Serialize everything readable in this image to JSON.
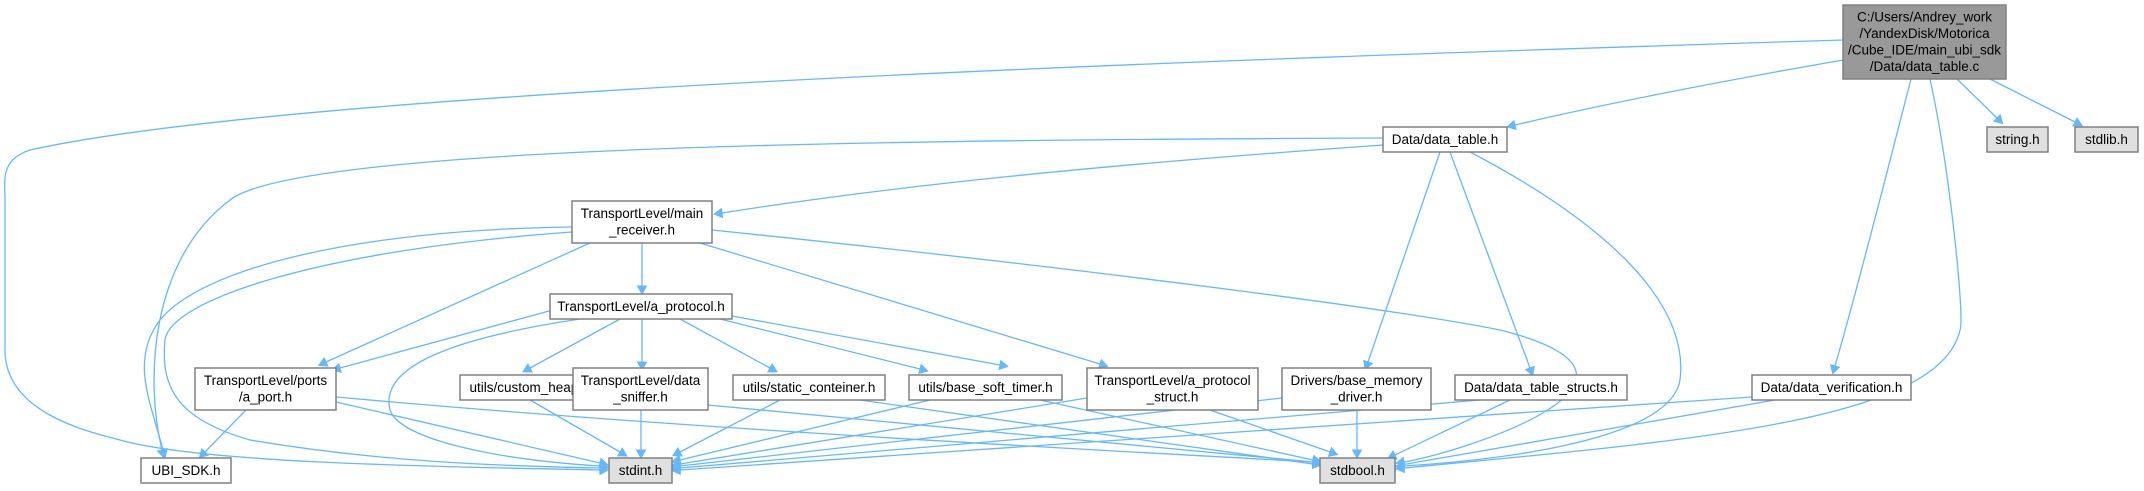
{
  "graph": {
    "title": "Include dependency graph for data_table.c",
    "colors": {
      "edge": "#63b8ff",
      "root_fill": "#999999",
      "node_fill": "#ffffff",
      "system_fill": "#e0e0e0",
      "node_border": "#808080"
    },
    "nodes": [
      {
        "id": "root",
        "lines": [
          "C:/Users/Andrey_work",
          "/YandexDisk/Motorica",
          "/Cube_IDE/main_ubi_sdk",
          "/Data/data_table.c"
        ],
        "kind": "root"
      },
      {
        "id": "string_h",
        "lines": [
          "string.h"
        ],
        "kind": "system"
      },
      {
        "id": "stdlib_h",
        "lines": [
          "stdlib.h"
        ],
        "kind": "system"
      },
      {
        "id": "data_table_h",
        "lines": [
          "Data/data_table.h"
        ],
        "kind": "header"
      },
      {
        "id": "main_receiver_h",
        "lines": [
          "TransportLevel/main",
          "_receiver.h"
        ],
        "kind": "header"
      },
      {
        "id": "a_protocol_h",
        "lines": [
          "TransportLevel/a_protocol.h"
        ],
        "kind": "header"
      },
      {
        "id": "a_port_h",
        "lines": [
          "TransportLevel/ports",
          "/a_port.h"
        ],
        "kind": "header"
      },
      {
        "id": "custom_heap_h",
        "lines": [
          "utils/custom_heap.h"
        ],
        "kind": "header"
      },
      {
        "id": "data_sniffer_h",
        "lines": [
          "TransportLevel/data",
          "_sniffer.h"
        ],
        "kind": "header"
      },
      {
        "id": "static_conteiner_h",
        "lines": [
          "utils/static_conteiner.h"
        ],
        "kind": "header"
      },
      {
        "id": "base_soft_timer_h",
        "lines": [
          "utils/base_soft_timer.h"
        ],
        "kind": "header"
      },
      {
        "id": "a_protocol_struct_h",
        "lines": [
          "TransportLevel/a_protocol",
          "_struct.h"
        ],
        "kind": "header"
      },
      {
        "id": "base_memory_driver_h",
        "lines": [
          "Drivers/base_memory",
          "_driver.h"
        ],
        "kind": "header"
      },
      {
        "id": "data_table_structs_h",
        "lines": [
          "Data/data_table_structs.h"
        ],
        "kind": "header"
      },
      {
        "id": "data_verification_h",
        "lines": [
          "Data/data_verification.h"
        ],
        "kind": "header"
      },
      {
        "id": "UBI_SDK_h",
        "lines": [
          "UBI_SDK.h"
        ],
        "kind": "header"
      },
      {
        "id": "stdint_h",
        "lines": [
          "stdint.h"
        ],
        "kind": "system"
      },
      {
        "id": "stdbool_h",
        "lines": [
          "stdbool.h"
        ],
        "kind": "system"
      }
    ],
    "edges": [
      {
        "from": "root",
        "to": "data_table_h"
      },
      {
        "from": "root",
        "to": "string_h"
      },
      {
        "from": "root",
        "to": "stdlib_h"
      },
      {
        "from": "root",
        "to": "data_verification_h"
      },
      {
        "from": "root",
        "to": "stdbool_h"
      },
      {
        "from": "root",
        "to": "stdint_h"
      },
      {
        "from": "data_table_h",
        "to": "main_receiver_h"
      },
      {
        "from": "data_table_h",
        "to": "base_memory_driver_h"
      },
      {
        "from": "data_table_h",
        "to": "data_table_structs_h"
      },
      {
        "from": "data_table_h",
        "to": "stdbool_h"
      },
      {
        "from": "data_table_h",
        "to": "UBI_SDK_h"
      },
      {
        "from": "main_receiver_h",
        "to": "a_protocol_h"
      },
      {
        "from": "main_receiver_h",
        "to": "a_port_h"
      },
      {
        "from": "main_receiver_h",
        "to": "a_protocol_struct_h"
      },
      {
        "from": "main_receiver_h",
        "to": "stdbool_h"
      },
      {
        "from": "main_receiver_h",
        "to": "UBI_SDK_h"
      },
      {
        "from": "main_receiver_h",
        "to": "stdint_h"
      },
      {
        "from": "a_protocol_h",
        "to": "a_port_h"
      },
      {
        "from": "a_protocol_h",
        "to": "custom_heap_h"
      },
      {
        "from": "a_protocol_h",
        "to": "data_sniffer_h"
      },
      {
        "from": "a_protocol_h",
        "to": "static_conteiner_h"
      },
      {
        "from": "a_protocol_h",
        "to": "base_soft_timer_h"
      },
      {
        "from": "a_protocol_h",
        "to": "a_protocol_struct_h"
      },
      {
        "from": "a_protocol_h",
        "to": "stdint_h"
      },
      {
        "from": "a_port_h",
        "to": "UBI_SDK_h"
      },
      {
        "from": "a_port_h",
        "to": "stdint_h"
      },
      {
        "from": "a_port_h",
        "to": "stdbool_h"
      },
      {
        "from": "custom_heap_h",
        "to": "stdint_h"
      },
      {
        "from": "data_sniffer_h",
        "to": "stdint_h"
      },
      {
        "from": "data_sniffer_h",
        "to": "stdbool_h"
      },
      {
        "from": "static_conteiner_h",
        "to": "stdint_h"
      },
      {
        "from": "static_conteiner_h",
        "to": "stdbool_h"
      },
      {
        "from": "base_soft_timer_h",
        "to": "stdint_h"
      },
      {
        "from": "base_soft_timer_h",
        "to": "stdbool_h"
      },
      {
        "from": "a_protocol_struct_h",
        "to": "stdint_h"
      },
      {
        "from": "a_protocol_struct_h",
        "to": "stdbool_h"
      },
      {
        "from": "base_memory_driver_h",
        "to": "stdint_h"
      },
      {
        "from": "base_memory_driver_h",
        "to": "stdbool_h"
      },
      {
        "from": "data_table_structs_h",
        "to": "stdint_h"
      },
      {
        "from": "data_table_structs_h",
        "to": "stdbool_h"
      },
      {
        "from": "data_verification_h",
        "to": "stdint_h"
      },
      {
        "from": "data_verification_h",
        "to": "stdbool_h"
      }
    ]
  }
}
